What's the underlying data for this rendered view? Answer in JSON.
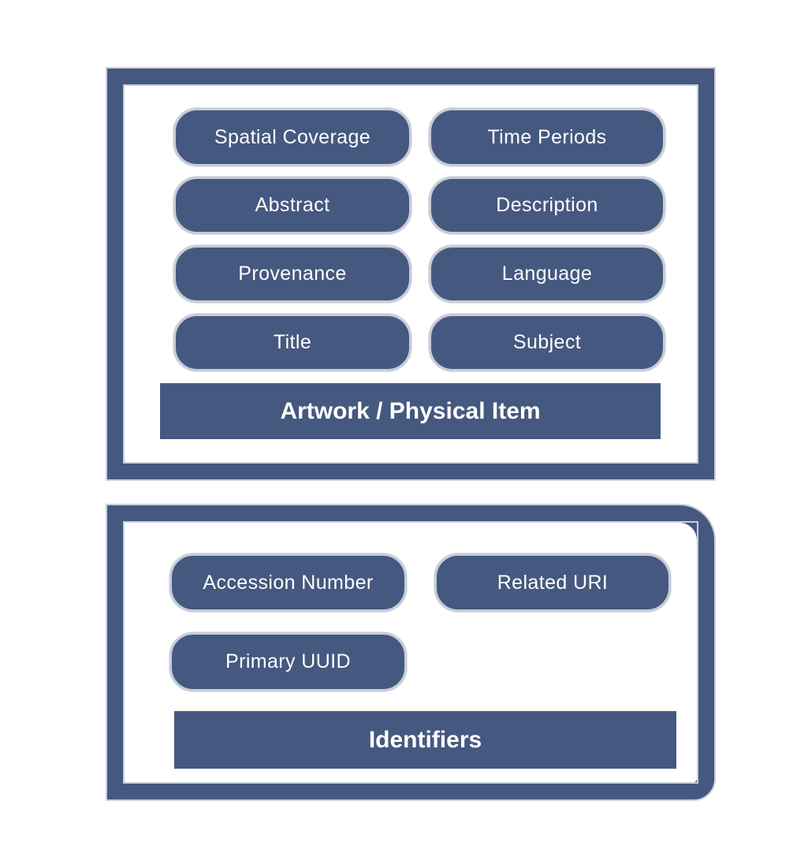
{
  "artwork_panel": {
    "items": [
      "Spatial Coverage",
      "Time Periods",
      "Abstract",
      "Description",
      "Provenance",
      "Language",
      "Title",
      "Subject"
    ],
    "title": "Artwork / Physical Item"
  },
  "identifiers_panel": {
    "items": [
      "Accession Number",
      "Related URI",
      "Primary UUID"
    ],
    "title": "Identifiers"
  },
  "colors": {
    "primary": "#45587f",
    "outline": "#c6ccd8",
    "background": "#ffffff"
  }
}
